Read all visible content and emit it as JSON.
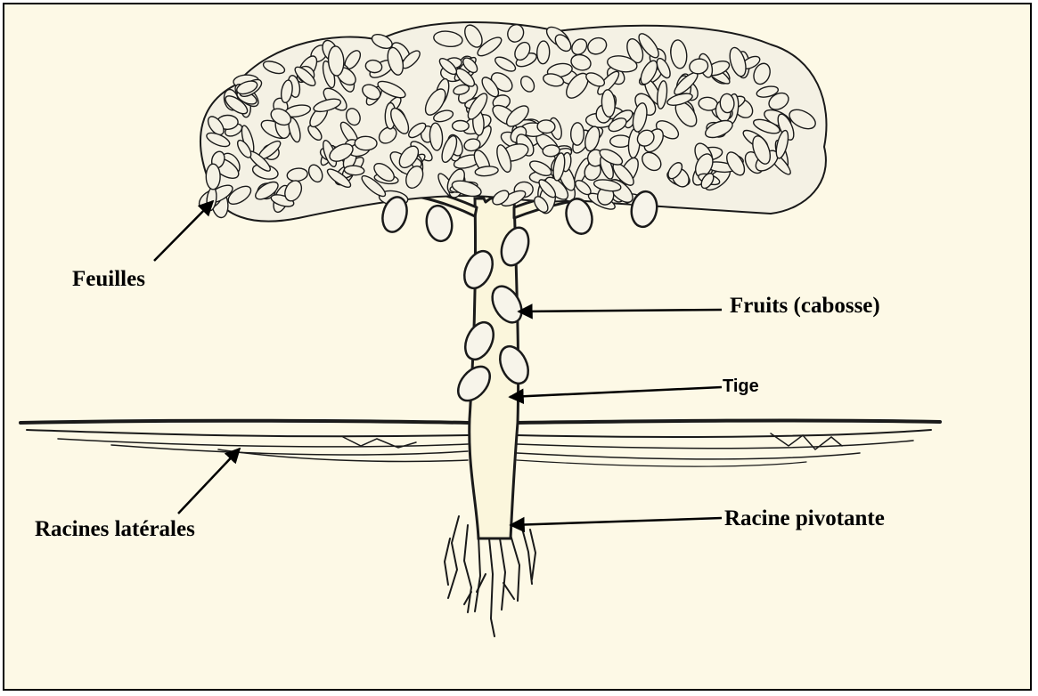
{
  "diagram": {
    "labels": {
      "leaves": "Feuilles",
      "fruits": "Fruits (cabosse)",
      "stem": "Tige",
      "lateral_roots": "Racines latérales",
      "taproot": "Racine pivotante"
    },
    "colors": {
      "background_tint": "#fdf9e6",
      "ink": "#1a1a1a",
      "leaf_fill": "#f4f1e4",
      "trunk_fill": "#fbf6dc",
      "text": "#000000",
      "border": "#000000"
    }
  }
}
